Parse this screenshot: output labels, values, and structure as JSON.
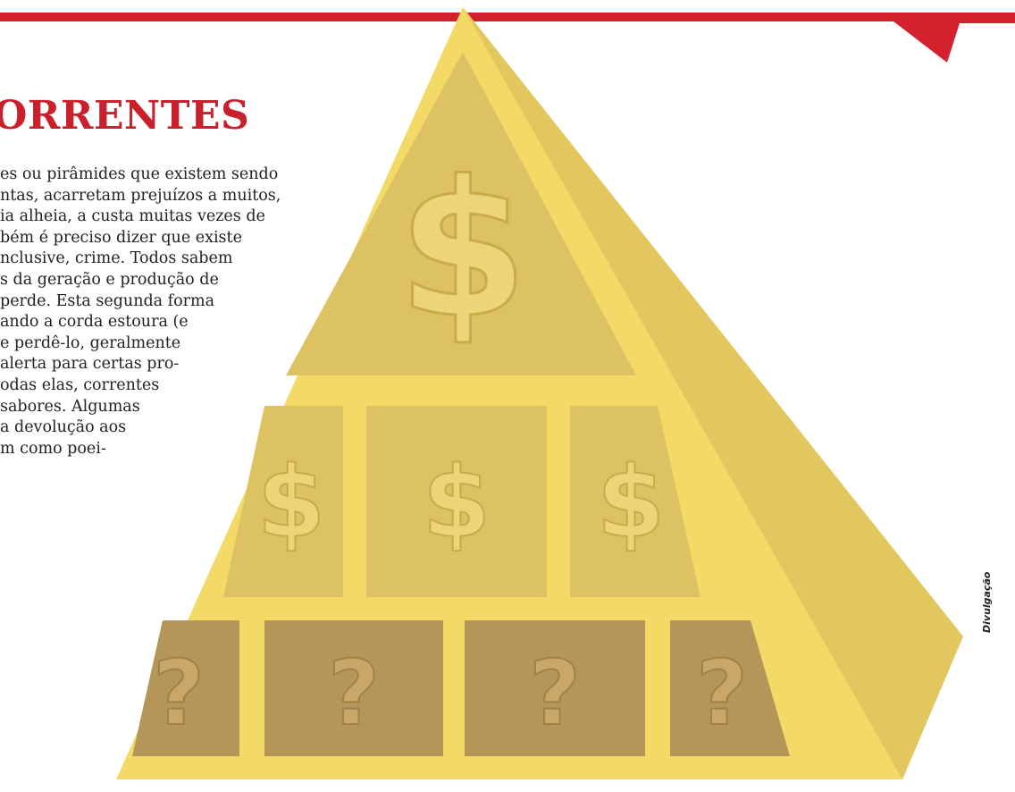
{
  "article": {
    "headline": "ORRENTES",
    "body_lines": [
      "es ou pirâmides que existem sendo",
      "ntas, acarretam prejuízos a muitos,",
      "ia alheia, a custa muitas vezes de",
      "bém é preciso dizer que existe",
      "nclusive, crime. Todos sabem",
      "s da geração e produção de",
      "perde. Esta segunda forma",
      "ando a corda estoura (e",
      "e perdê-lo, geralmente",
      "alerta para certas pro-",
      "odas elas, correntes",
      "sabores. Algumas",
      "a devolução aos",
      "m como poei-"
    ]
  },
  "illustration": {
    "top_symbol": "$",
    "middle_symbols": [
      "$",
      "$",
      "$"
    ],
    "bottom_symbols": [
      "?",
      "?",
      "?",
      "?"
    ],
    "credit": "Divulgação"
  },
  "colors": {
    "accent_red": "#d4212e",
    "pyramid_yellow": "#f3d966",
    "panel_gold": "#dcc263",
    "bottom_panel_brown": "#b49758",
    "right_face": "#e1c75e"
  }
}
